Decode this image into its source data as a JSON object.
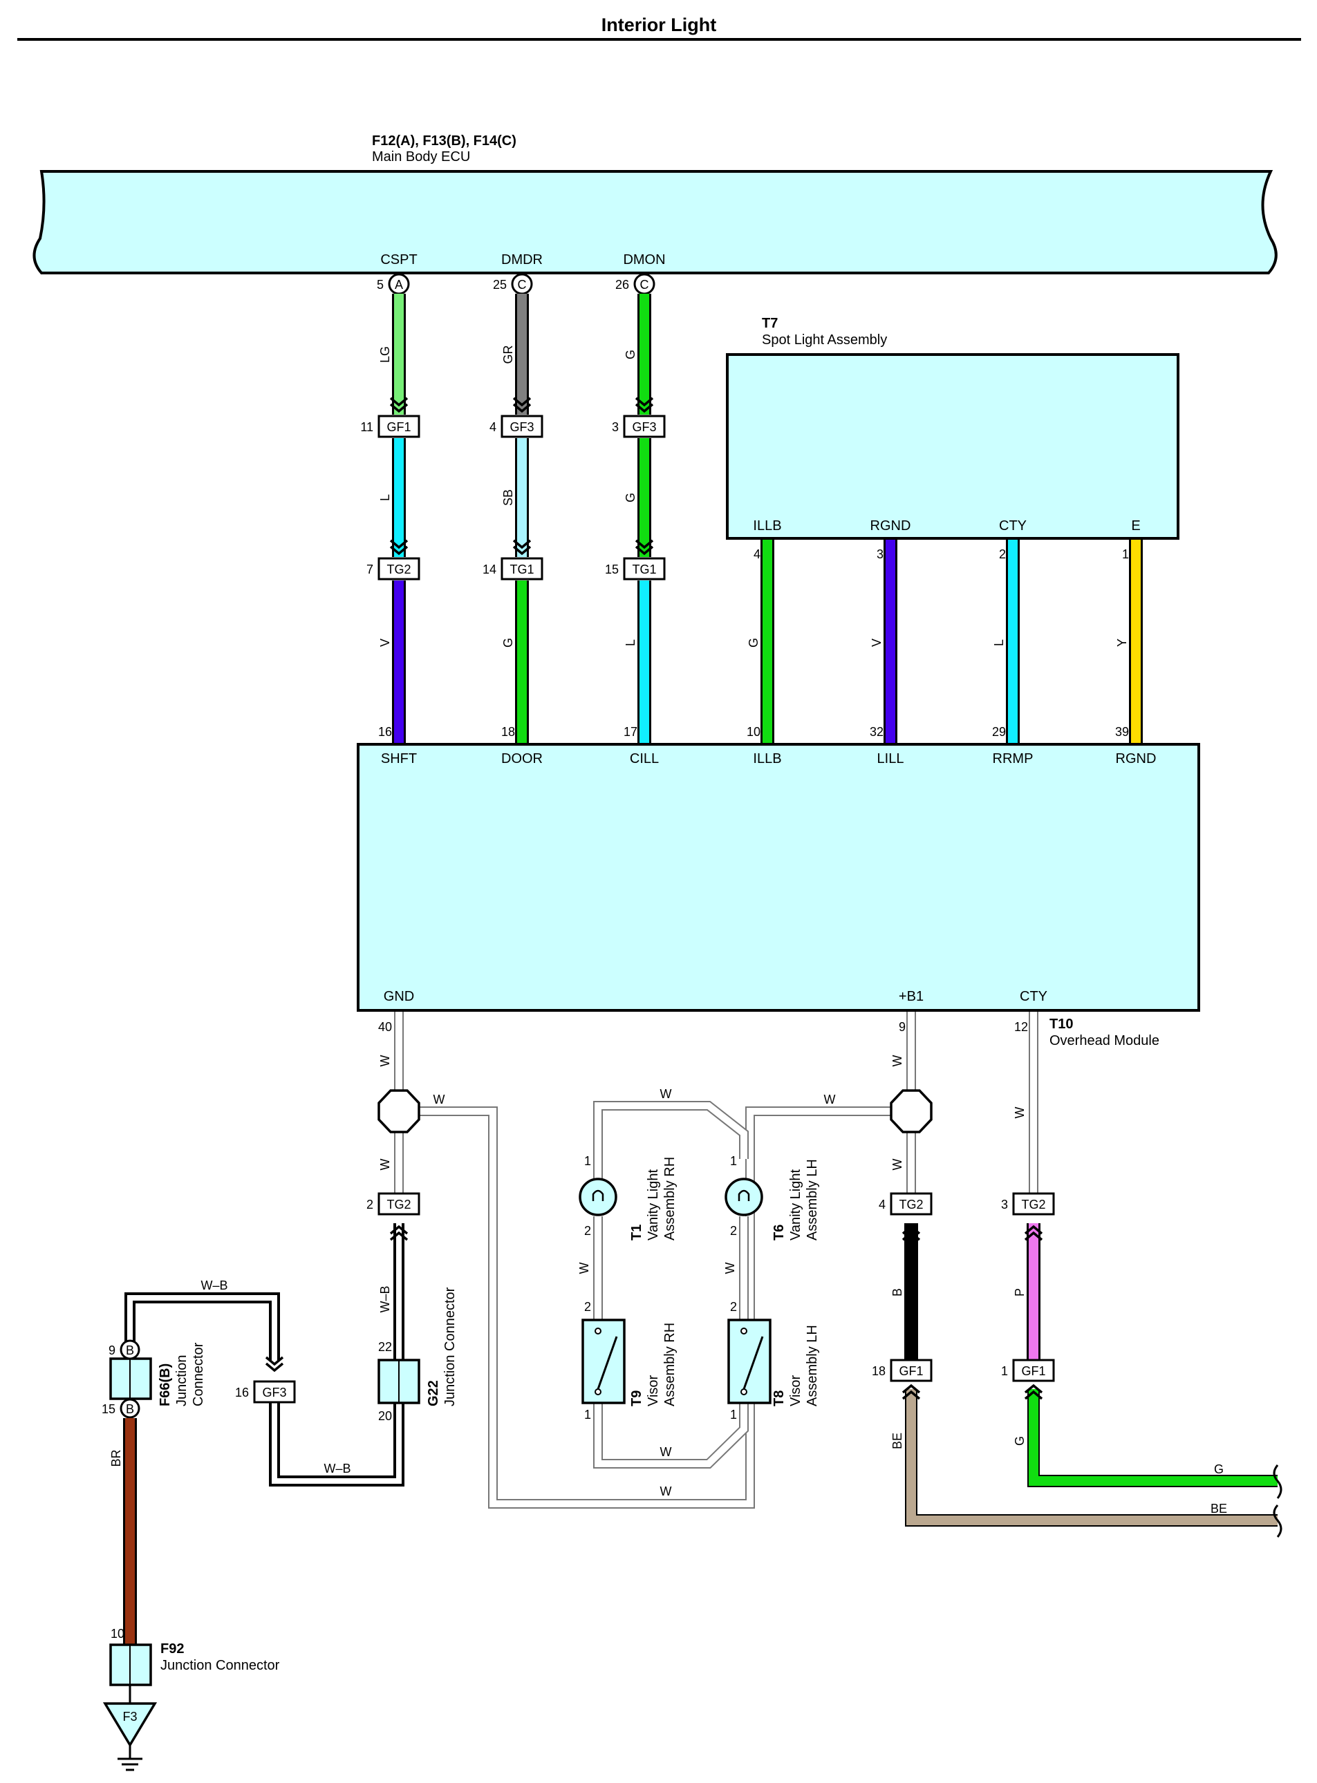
{
  "page": {
    "title": "Interior Light"
  },
  "colors": {
    "module_fill": "#ccffff",
    "LG": "#77ee77",
    "GR": "#808080",
    "G": "#11dd11",
    "L": "#11eeff",
    "SB": "#aaf4ff",
    "V": "#4400ee",
    "Y": "#ffdd00",
    "B": "#000000",
    "P": "#ee77ee",
    "BE": "#bba890",
    "BR": "#993311",
    "W": "#ffffff"
  },
  "modules": {
    "ecu": {
      "ref": "F12(A), F13(B), F14(C)",
      "name": "Main Body ECU"
    },
    "spot": {
      "ref": "T7",
      "name": "Spot Light Assembly"
    },
    "overhead": {
      "ref": "T10",
      "name": "Overhead Module"
    },
    "f66": {
      "ref": "F66(B)",
      "name1": "Junction",
      "name2": "Connector"
    },
    "g22": {
      "ref": "G22",
      "name": "Junction Connector"
    },
    "f92": {
      "ref": "F92",
      "name": "Junction Connector"
    },
    "t1": {
      "ref": "T1",
      "name1": "Vanity Light",
      "name2": "Assembly RH"
    },
    "t6": {
      "ref": "T6",
      "name1": "Vanity Light",
      "name2": "Assembly LH"
    },
    "t9": {
      "ref": "T9",
      "name1": "Visor",
      "name2": "Assembly RH"
    },
    "t8": {
      "ref": "T8",
      "name1": "Visor",
      "name2": "Assembly LH"
    },
    "ground": {
      "ref": "F3"
    }
  },
  "terminals": {
    "ecu": [
      {
        "name": "CSPT",
        "pin": "5",
        "conn": "A"
      },
      {
        "name": "DMDR",
        "pin": "25",
        "conn": "C"
      },
      {
        "name": "DMON",
        "pin": "26",
        "conn": "C"
      }
    ],
    "spot": [
      {
        "name": "ILLB",
        "pin": "4"
      },
      {
        "name": "RGND",
        "pin": "3"
      },
      {
        "name": "CTY",
        "pin": "2"
      },
      {
        "name": "E",
        "pin": "1"
      }
    ],
    "overhead_top": [
      {
        "name": "SHFT",
        "pin": "16"
      },
      {
        "name": "DOOR",
        "pin": "18"
      },
      {
        "name": "CILL",
        "pin": "17"
      },
      {
        "name": "ILLB",
        "pin": "10"
      },
      {
        "name": "LILL",
        "pin": "32"
      },
      {
        "name": "RRMP",
        "pin": "29"
      },
      {
        "name": "RGND",
        "pin": "39"
      }
    ],
    "overhead_bottom": [
      {
        "name": "GND",
        "pin": "40"
      },
      {
        "name": "+B1",
        "pin": "9"
      },
      {
        "name": "CTY",
        "pin": "12"
      }
    ]
  },
  "connectors": {
    "gf1_a": {
      "label": "GF1",
      "pin": "11"
    },
    "gf3_a": {
      "label": "GF3",
      "pin": "4"
    },
    "gf3_b": {
      "label": "GF3",
      "pin": "3"
    },
    "tg2_a": {
      "label": "TG2",
      "pin": "7"
    },
    "tg1_a": {
      "label": "TG1",
      "pin": "14"
    },
    "tg1_b": {
      "label": "TG1",
      "pin": "15"
    },
    "tg2_b": {
      "label": "TG2",
      "pin": "2"
    },
    "tg2_c": {
      "label": "TG2",
      "pin": "4"
    },
    "tg2_d": {
      "label": "TG2",
      "pin": "3"
    },
    "gf1_b": {
      "label": "GF1",
      "pin": "18"
    },
    "gf1_c": {
      "label": "GF1",
      "pin": "1"
    },
    "gf3_c": {
      "label": "GF3",
      "pin": "16"
    }
  },
  "wires": {
    "lg": "LG",
    "gr": "GR",
    "g1": "G",
    "l1": "L",
    "sb": "SB",
    "g2": "G",
    "v1": "V",
    "g3": "G",
    "l2": "L",
    "g4": "G",
    "v2": "V",
    "l3": "L",
    "y": "Y",
    "w_gnd1": "W",
    "w_gnd_h": "W",
    "w_gnd2": "W",
    "wb1": "W–B",
    "wb_top": "W–B",
    "wb_bot": "W–B",
    "br": "BR",
    "w_b1": "W",
    "w_b1_h": "W",
    "w_b2": "W",
    "w_top_loop": "W",
    "w_t1": "W",
    "w_t6": "W",
    "w_bot_loop": "W",
    "w_bottom": "W",
    "w_cty": "W",
    "b": "B",
    "p": "P",
    "be_v": "BE",
    "be_h": "BE",
    "g_v": "G",
    "g_h": "G"
  },
  "pins": {
    "f66_top": "9",
    "f66_top_conn": "B",
    "f66_bot": "15",
    "f66_bot_conn": "B",
    "g22_top": "22",
    "g22_bot": "20",
    "f92": "10",
    "t1_top": "1",
    "t1_bot": "2",
    "t6_top": "1",
    "t6_bot": "2",
    "t9_top": "2",
    "t9_bot": "1",
    "t8_top": "2",
    "t8_bot": "1"
  }
}
